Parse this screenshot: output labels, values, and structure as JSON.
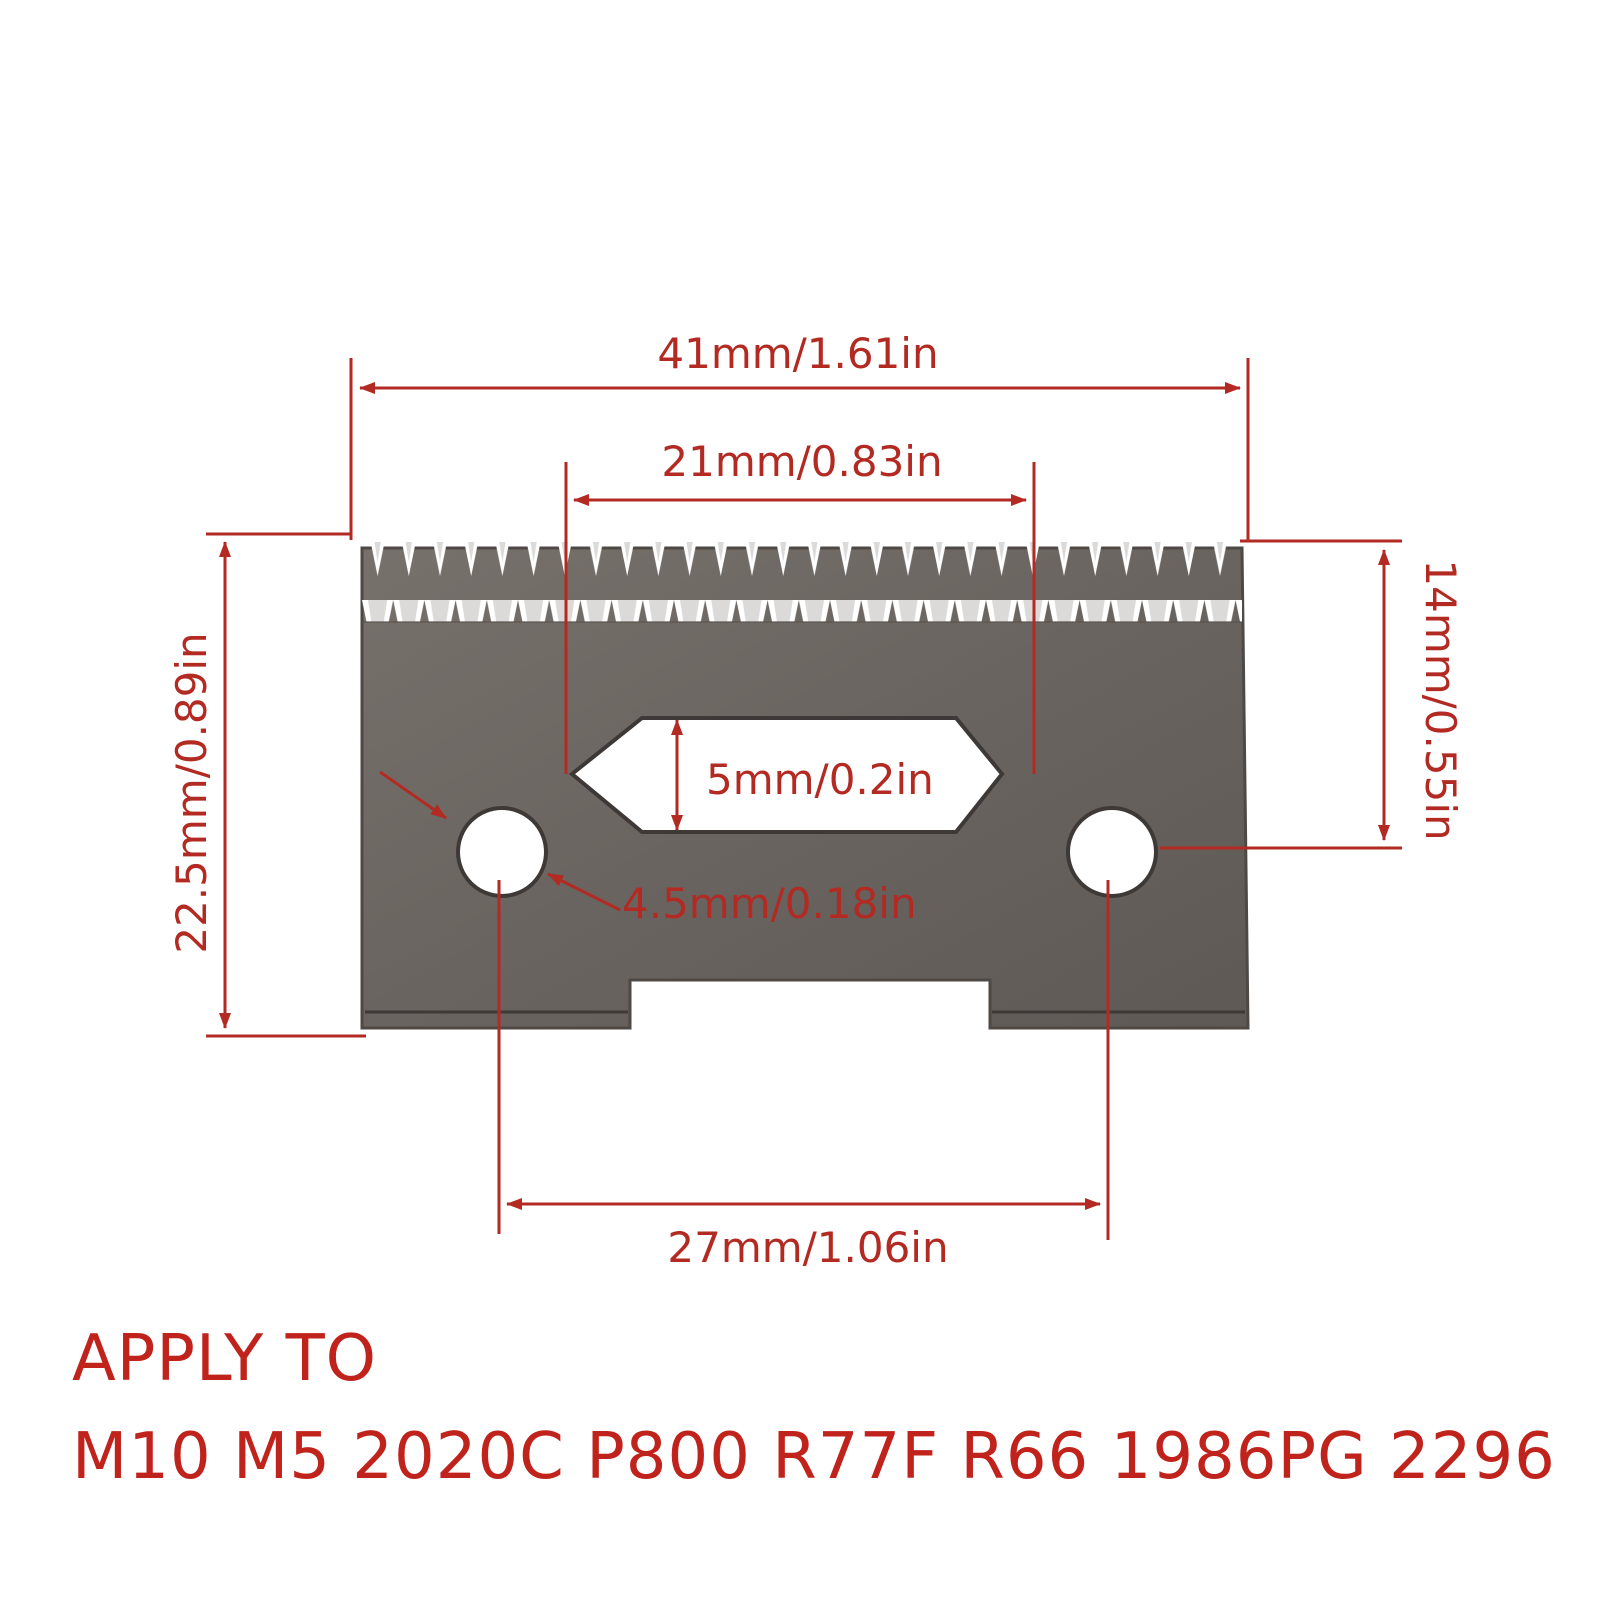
{
  "dimensions": {
    "total_width": "41mm/1.61in",
    "teeth_span": "21mm/0.83in",
    "slot_height": "5mm/0.2in",
    "hole_diameter": "4.5mm/0.18in",
    "total_height": "22.5mm/0.89in",
    "tooth_to_hole_height": "14mm/0.55in",
    "hole_spacing": "27mm/1.06in"
  },
  "apply_to": {
    "title": "APPLY TO",
    "models": "M10 M5 2020C P800 R77F R66 1986PG 2296"
  },
  "colors": {
    "annotation": "#b22a22",
    "heading": "#c0231c",
    "blade": "#6f6965",
    "background": "#ffffff"
  }
}
